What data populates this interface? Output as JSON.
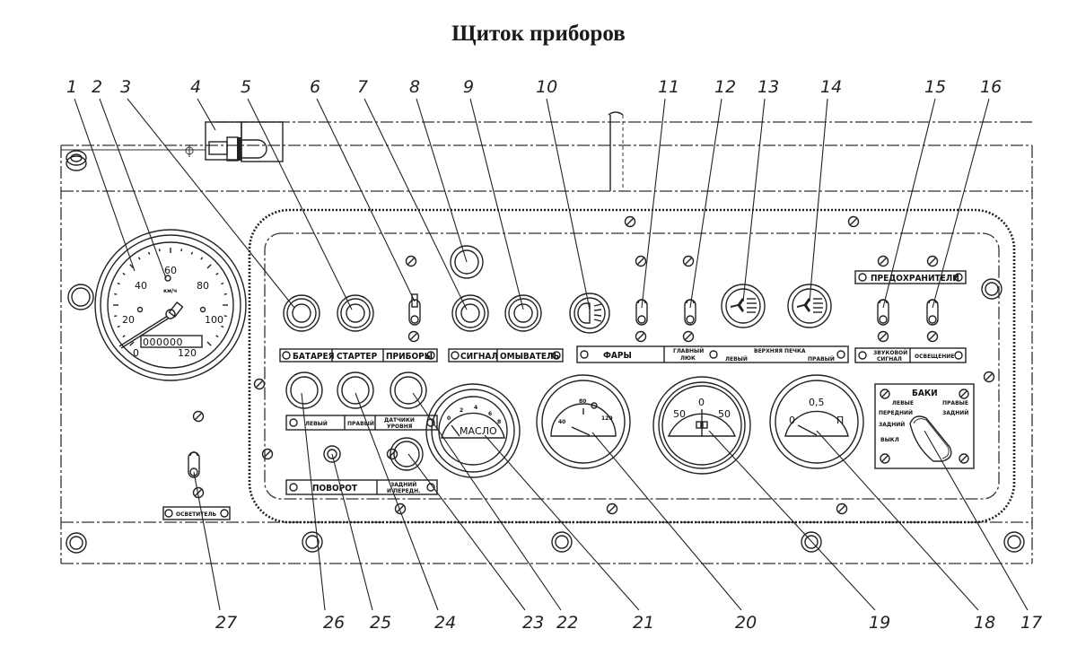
{
  "title": "Щиток приборов",
  "callouts": [
    "1",
    "2",
    "3",
    "4",
    "5",
    "6",
    "7",
    "8",
    "9",
    "10",
    "11",
    "12",
    "13",
    "14",
    "15",
    "16",
    "17",
    "18",
    "19",
    "20",
    "21",
    "22",
    "23",
    "24",
    "25",
    "26",
    "27"
  ],
  "speedometer": {
    "ticks": [
      "0",
      "20",
      "40",
      "60",
      "80",
      "100",
      "120"
    ],
    "unit": "км/ч",
    "odometer": "000000"
  },
  "plates": {
    "battery": "БАТАРЕЯ",
    "starter": "СТАРТЕР",
    "instruments": "ПРИБОРЫ",
    "signal": "СИГНАЛ",
    "washer": "ОМЫВАТЕЛЬ",
    "headlights": "ФАРЫ",
    "headlights_sub": [
      "ГЛАВНЫЙ",
      "ЛЮК"
    ],
    "vent_title": "ВЕРХНЯЯ ПЕЧКА",
    "vent_left": "ЛЕВЫЙ",
    "vent_right": "ПРАВЫЙ",
    "fuses": "ПРЕДОХРАНИТЕЛИ",
    "sound_signal": [
      "ЗВУКОВОЙ",
      "СИГНАЛ"
    ],
    "lighting": "ОСВЕЩЕНИЕ",
    "left": "ЛЕВЫЙ",
    "right": "ПРАВЫЙ",
    "heater": [
      "ДАТЧИКИ",
      "УРОВНЯ"
    ],
    "turn": "ПОВОРОТ",
    "turn_sub": [
      "ЗАДНИЙ",
      "И ПЕРЕДН."
    ],
    "illumination": "ОСВЕТИТЕЛЬ"
  },
  "gauges": {
    "oil": {
      "label": "МАСЛО",
      "ticks": [
        "0",
        "2",
        "4",
        "6",
        "8"
      ]
    },
    "temp": {
      "ticks": [
        "40",
        "80",
        "120"
      ]
    },
    "ammeter": {
      "ticks": [
        "50",
        "0",
        "50"
      ]
    },
    "fuel": {
      "ticks": [
        "0",
        "0,5",
        "П"
      ]
    }
  },
  "tank_selector": {
    "title": "БАКИ",
    "left": "ЛЕВЫЕ",
    "right": "ПРАВЫЕ",
    "front": "ПЕРЕДНИЙ",
    "rear_right": "ЗАДНИЙ",
    "rear_left": "ЗАДНИЙ",
    "off": "ВЫКЛ"
  },
  "colors": {
    "ink": "#222222",
    "paper": "#ffffff"
  }
}
